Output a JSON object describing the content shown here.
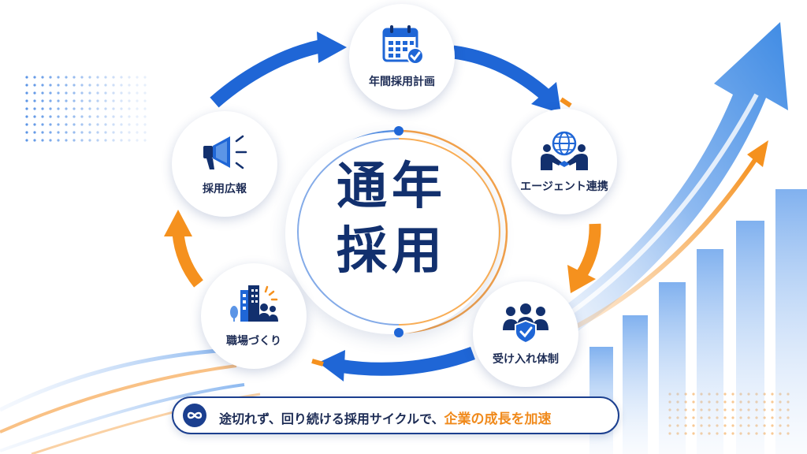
{
  "center_title": {
    "line1": "通年",
    "line2": "採用"
  },
  "nodes": [
    {
      "label": "年間採用計画",
      "icon": "calendar-check-icon"
    },
    {
      "label": "エージェント連携",
      "icon": "globe-handshake-icon"
    },
    {
      "label": "受け入れ体制",
      "icon": "team-shield-icon"
    },
    {
      "label": "職場づくり",
      "icon": "office-building-people-icon"
    },
    {
      "label": "採用広報",
      "icon": "megaphone-icon"
    }
  ],
  "banner": {
    "icon": "infinity-icon",
    "text": "途切れず、回り続ける採用サイクルで、",
    "emphasis": "企業の成長を加速"
  },
  "colors": {
    "primary_blue": "#1f66d6",
    "navy": "#12306e",
    "accent_orange": "#f5911e",
    "light_blue": "#cfe0f8"
  }
}
